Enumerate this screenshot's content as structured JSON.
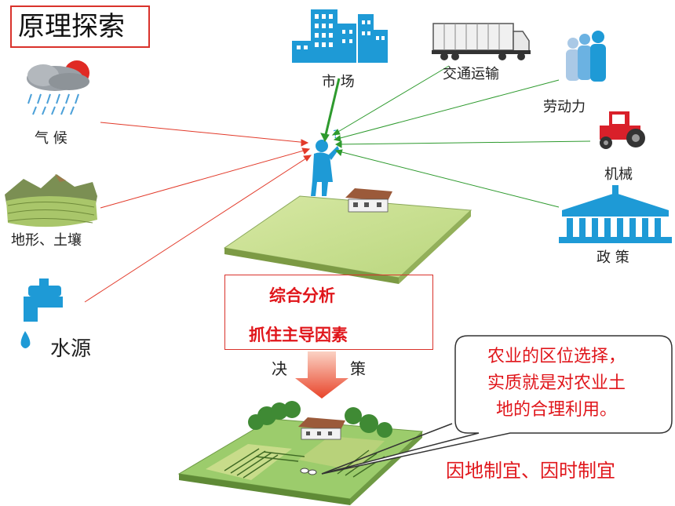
{
  "title": "原理探索",
  "factors": {
    "climate": "气  候",
    "terrain": "地形、土壤",
    "water": "水源",
    "market": "市  场",
    "transport": "交通运输",
    "labor": "劳动力",
    "machinery": "机械",
    "policy": "政  策"
  },
  "analysis": {
    "line1": "综合分析",
    "line2": "抓住主导因素"
  },
  "decision": {
    "left": "决",
    "right": "策"
  },
  "callout": {
    "line1": "农业的区位选择，",
    "line2": "实质就是对农业土",
    "line3": "地的合理利用。"
  },
  "conclusion": "因地制宜、因时制宜",
  "colors": {
    "natural_arrows": "#e23a2a",
    "social_arrows": "#2e9a2e",
    "highlight_text": "#e0161b",
    "icon_blue": "#1e9ad6"
  }
}
